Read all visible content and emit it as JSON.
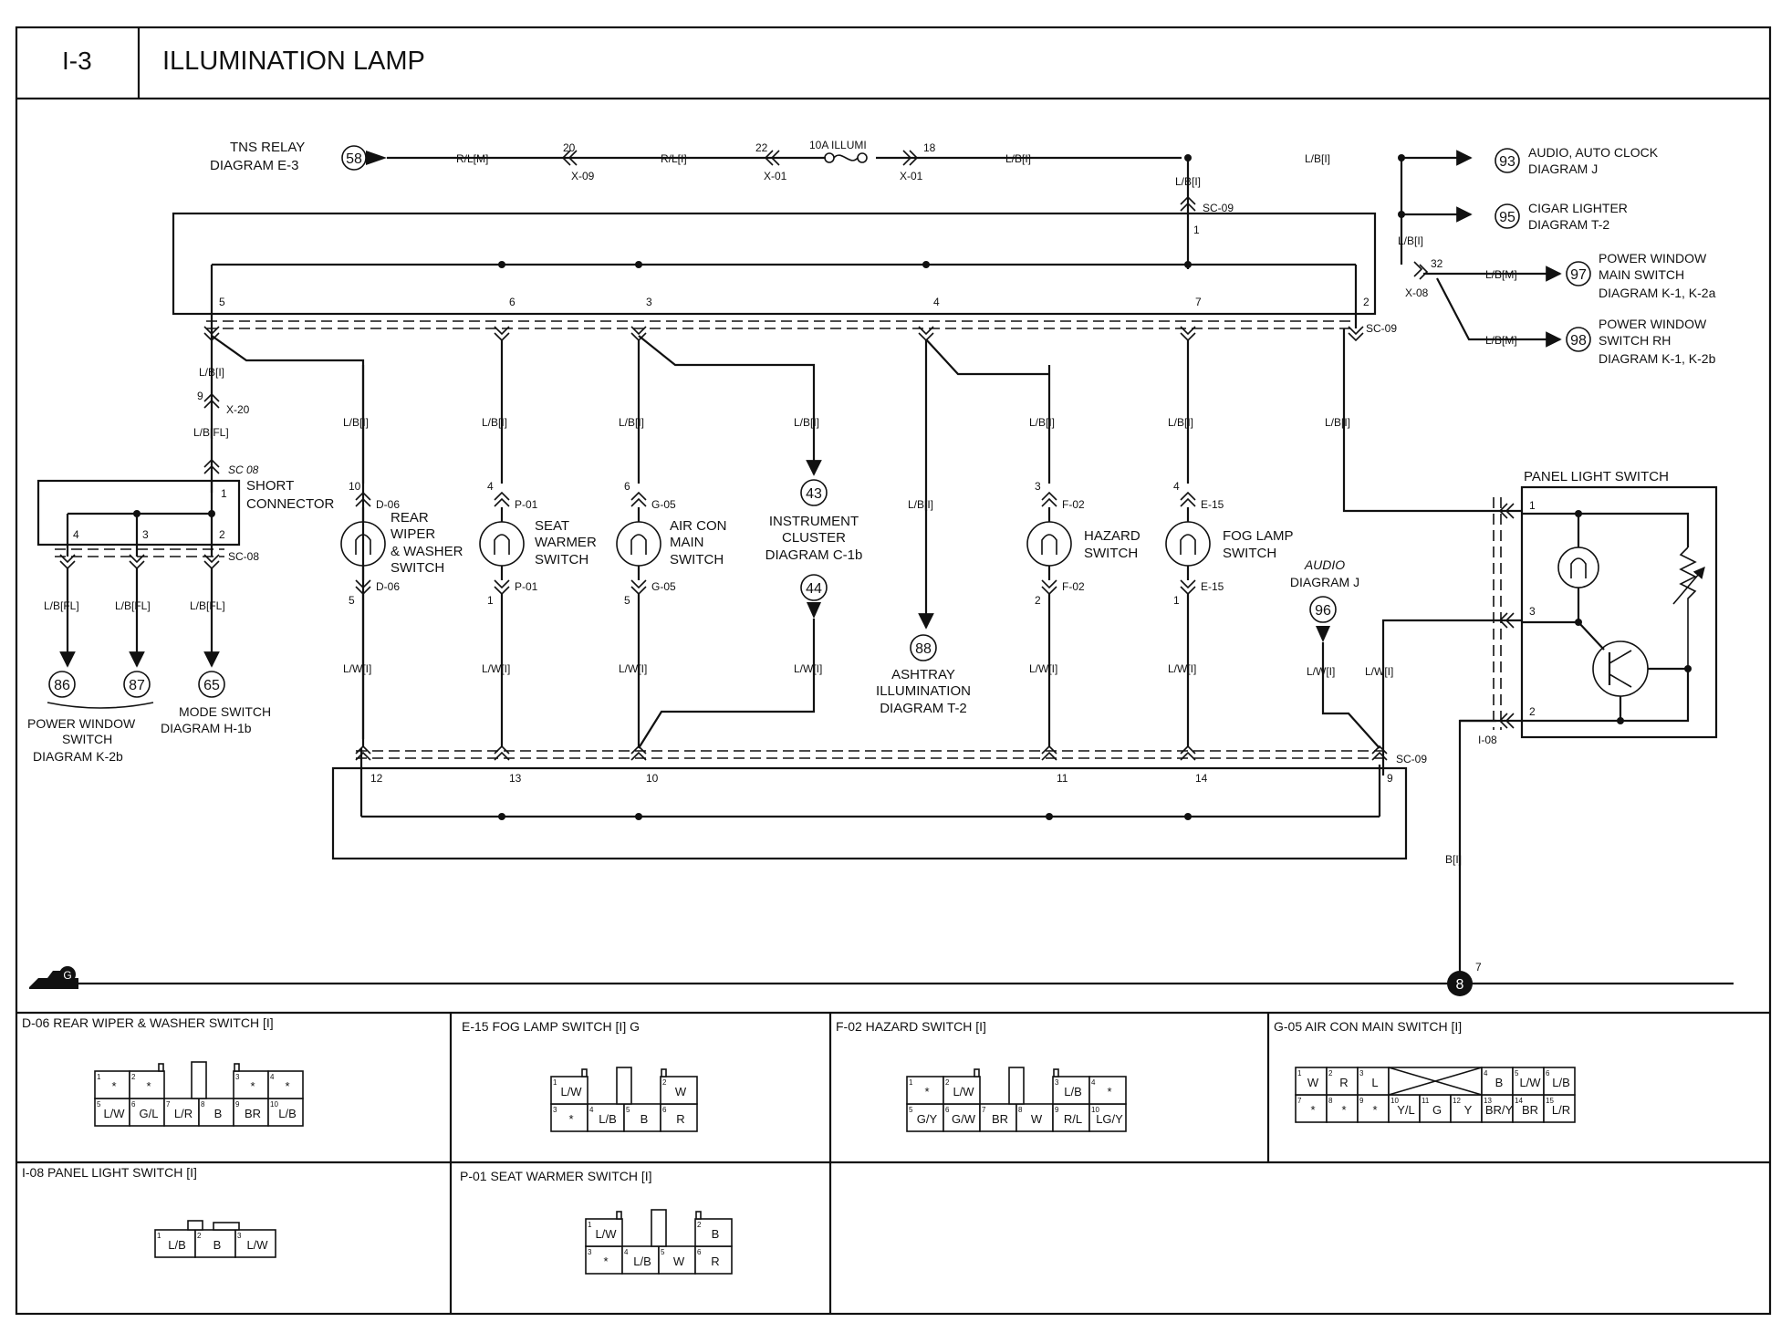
{
  "header": {
    "code": "I-3",
    "title": "ILLUMINATION LAMP"
  },
  "top": {
    "tns_relay": {
      "label1": "TNS RELAY",
      "label2": "DIAGRAM E-3",
      "ref": "58"
    },
    "w1": "R/L[M]",
    "w2": "R/L[I]",
    "w3": "L/B[I]",
    "w4": "L/B[I]",
    "pin20": "20",
    "x09": "X-09",
    "pin22": "22",
    "x01a": "X-01",
    "fuse": "10A ILLUMI",
    "pin18": "18",
    "x01b": "X-01",
    "sc09_wire": "L/B[I]",
    "sc09": "SC-09",
    "sc09_pin": "1",
    "lb_down": "L/B[I]"
  },
  "outputs": [
    {
      "ref": "93",
      "l1": "AUDIO, AUTO CLOCK",
      "l2": "DIAGRAM J"
    },
    {
      "ref": "95",
      "l1": "CIGAR LIGHTER",
      "l2": "DIAGRAM T-2"
    },
    {
      "ref": "97",
      "l1": "POWER WINDOW",
      "l2": "MAIN SWITCH",
      "l3": "DIAGRAM  K-1, K-2a",
      "wire": "L/B[M]"
    },
    {
      "ref": "98",
      "l1": "POWER WINDOW",
      "l2": "SWITCH RH",
      "l3": "DIAGRAM  K-1, K-2b",
      "wire": "L/B[M]"
    }
  ],
  "x08": {
    "pin": "32",
    "name": "X-08"
  },
  "upper_sc": {
    "pins": [
      "5",
      "6",
      "3",
      "4",
      "7",
      "2"
    ],
    "name": "SC-09"
  },
  "lower_sc": {
    "pins": [
      "12",
      "13",
      "10",
      "11",
      "14",
      "9"
    ],
    "name": "SC-09"
  },
  "left": {
    "w1": "L/B[I]",
    "x20_pin": "9",
    "x20": "X-20",
    "w2": "L/B[FL]",
    "sc08": "SC 08",
    "short1": "SHORT",
    "short2": "CONNECTOR",
    "pins": [
      "1",
      "4",
      "3",
      "2"
    ],
    "sc08b": "SC-08",
    "wires": [
      "L/B[FL]",
      "L/B[FL]",
      "L/B[FL]"
    ],
    "refs": [
      "86",
      "87",
      "65"
    ],
    "pw1": "POWER WINDOW",
    "pw2": "SWITCH",
    "pw3": "DIAGRAM  K-2b",
    "ms1": "MODE SWITCH",
    "ms2": "DIAGRAM  H-1b"
  },
  "columns": {
    "lb": "L/B[I]",
    "lw": "L/W[I]",
    "rear": {
      "p1": "10",
      "c1": "D-06",
      "p2": "5",
      "c2": "D-06",
      "n1": "REAR",
      "n2": "WIPER",
      "n3": "& WASHER",
      "n4": "SWITCH"
    },
    "seat": {
      "p1": "4",
      "c1": "P-01",
      "p2": "1",
      "c2": "P-01",
      "n1": "SEAT",
      "n2": "WARMER",
      "n3": "SWITCH"
    },
    "aircon": {
      "p1": "6",
      "c1": "G-05",
      "p2": "5",
      "c2": "G-05",
      "n1": "AIR CON",
      "n2": "MAIN",
      "n3": "SWITCH"
    },
    "cluster": {
      "r1": "43",
      "r2": "44",
      "n1": "INSTRUMENT",
      "n2": "CLUSTER",
      "n3": "DIAGRAM  C-1b"
    },
    "ashtray": {
      "ref": "88",
      "n1": "ASHTRAY",
      "n2": "ILLUMINATION",
      "n3": "DIAGRAM  T-2"
    },
    "hazard": {
      "p1": "3",
      "c1": "F-02",
      "p2": "2",
      "c2": "F-02",
      "n1": "HAZARD",
      "n2": "SWITCH"
    },
    "fog": {
      "p1": "4",
      "c1": "E-15",
      "p2": "1",
      "c2": "E-15",
      "n1": "FOG LAMP",
      "n2": "SWITCH"
    },
    "audio": {
      "ref": "96",
      "n1": "AUDIO",
      "n2": "DIAGRAM J"
    }
  },
  "panel": {
    "title": "PANEL LIGHT SWITCH",
    "pins": [
      "1",
      "3",
      "2"
    ],
    "conn": "I-08",
    "ground_wire": "B[I]",
    "ground_ref": "8",
    "ground_pin": "7"
  },
  "ground": {
    "icon": "G"
  },
  "connectors": [
    {
      "title": "D-06 REAR WIPER & WASHER SWITCH [I]",
      "top": [
        [
          "1",
          "*"
        ],
        [
          "2",
          "*"
        ],
        [
          "3",
          "*"
        ],
        [
          "4",
          "*"
        ]
      ],
      "bot": [
        [
          "5",
          "L/W"
        ],
        [
          "6",
          "G/L"
        ],
        [
          "7",
          "L/R"
        ],
        [
          "8",
          "B"
        ],
        [
          "9",
          "BR"
        ],
        [
          "10",
          "L/B"
        ]
      ]
    },
    {
      "title": "E-15 FOG LAMP SWITCH [I] G",
      "top": [
        [
          "1",
          "L/W"
        ],
        [
          "2",
          "W"
        ]
      ],
      "bot": [
        [
          "3",
          "*"
        ],
        [
          "4",
          "L/B"
        ],
        [
          "5",
          "B"
        ],
        [
          "6",
          "R"
        ]
      ]
    },
    {
      "title": "F-02 HAZARD SWITCH [I]",
      "top": [
        [
          "1",
          "*"
        ],
        [
          "2",
          "L/W"
        ],
        [
          "3",
          "L/B"
        ],
        [
          "4",
          "*"
        ]
      ],
      "bot": [
        [
          "5",
          "G/Y"
        ],
        [
          "6",
          "G/W"
        ],
        [
          "7",
          "BR"
        ],
        [
          "8",
          "W"
        ],
        [
          "9",
          "R/L"
        ],
        [
          "10",
          "LG/Y"
        ]
      ]
    },
    {
      "title": "G-05 AIR CON MAIN SWITCH [I]",
      "top": [
        [
          "1",
          "W"
        ],
        [
          "2",
          "R"
        ],
        [
          "3",
          "L"
        ],
        [
          "4",
          "B"
        ],
        [
          "5",
          "L/W"
        ],
        [
          "6",
          "L/B"
        ]
      ],
      "bot": [
        [
          "7",
          "*"
        ],
        [
          "8",
          "*"
        ],
        [
          "9",
          "*"
        ],
        [
          "10",
          "Y/L"
        ],
        [
          "11",
          "G"
        ],
        [
          "12",
          "Y"
        ],
        [
          "13",
          "BR/Y"
        ],
        [
          "14",
          "BR"
        ],
        [
          "15",
          "L/R"
        ]
      ]
    },
    {
      "title": "I-08 PANEL LIGHT SWITCH [I]",
      "row": [
        [
          "1",
          "L/B"
        ],
        [
          "2",
          "B"
        ],
        [
          "3",
          "L/W"
        ]
      ]
    },
    {
      "title": "P-01 SEAT WARMER SWITCH [I]",
      "top": [
        [
          "1",
          "L/W"
        ],
        [
          "2",
          "B"
        ]
      ],
      "bot": [
        [
          "3",
          "*"
        ],
        [
          "4",
          "L/B"
        ],
        [
          "5",
          "W"
        ],
        [
          "6",
          "R"
        ]
      ]
    }
  ]
}
